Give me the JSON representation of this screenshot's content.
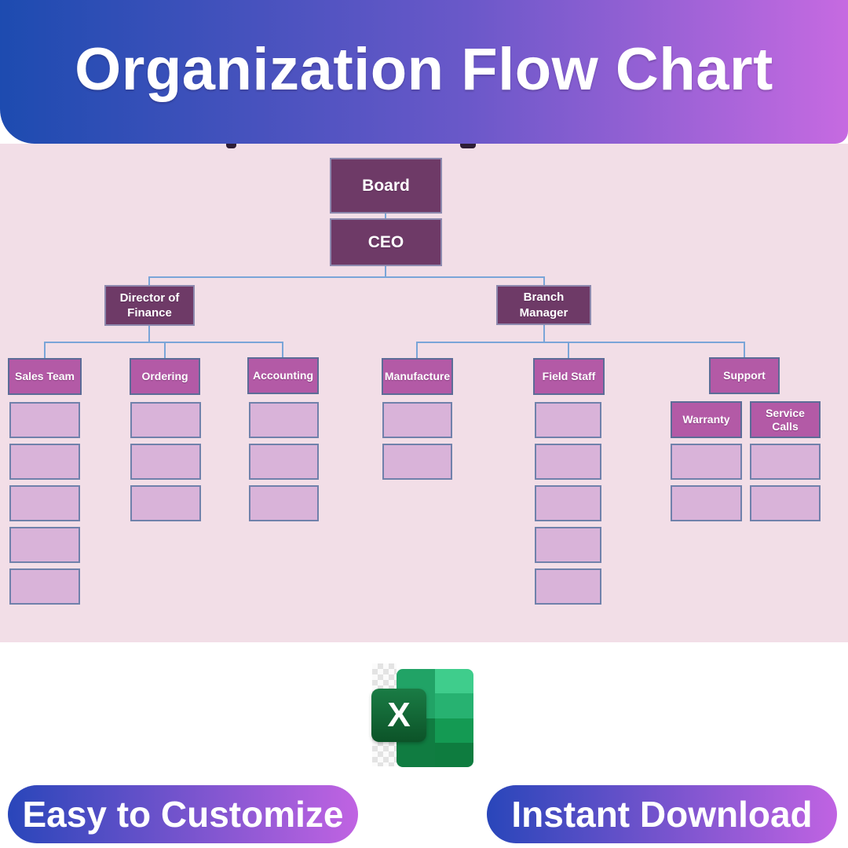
{
  "banner": {
    "title": "Organization Flow Chart"
  },
  "org_chart": {
    "root": {
      "board": "Board",
      "ceo": "CEO"
    },
    "level2": [
      {
        "id": "director-of-finance",
        "label": "Director of Finance"
      },
      {
        "id": "branch-manager",
        "label": "Branch Manager"
      }
    ],
    "departments": [
      {
        "id": "sales-team",
        "label": "Sales Team",
        "parent": "director-of-finance",
        "placeholders": 5
      },
      {
        "id": "ordering",
        "label": "Ordering",
        "parent": "director-of-finance",
        "placeholders": 3
      },
      {
        "id": "accounting",
        "label": "Accounting",
        "parent": "director-of-finance",
        "placeholders": 3
      },
      {
        "id": "manufacture",
        "label": "Manufacture",
        "parent": "branch-manager",
        "placeholders": 2
      },
      {
        "id": "field-staff",
        "label": "Field Staff",
        "parent": "branch-manager",
        "placeholders": 5
      },
      {
        "id": "support",
        "label": "Support",
        "parent": "branch-manager",
        "placeholders": 0
      },
      {
        "id": "warranty",
        "label": "Warranty",
        "parent": "support",
        "placeholders": 2
      },
      {
        "id": "service-calls",
        "label": "Service Calls",
        "parent": "support",
        "placeholders": 2
      }
    ]
  },
  "footer": {
    "excel_icon": "microsoft-excel-logo",
    "excel_letter": "X",
    "badges": [
      {
        "label": "Easy to Customize"
      },
      {
        "label": "Instant Download"
      }
    ]
  },
  "colors": {
    "banner_gradient_start": "#1d4bb0",
    "banner_gradient_end": "#c66ae1",
    "chart_background": "#f2dee7",
    "executive_box": "#6e3a67",
    "department_box": "#b35aa6",
    "placeholder_box": "#d9b3d9",
    "connector_line": "#7aa5d8",
    "excel_green": "#107c41"
  }
}
